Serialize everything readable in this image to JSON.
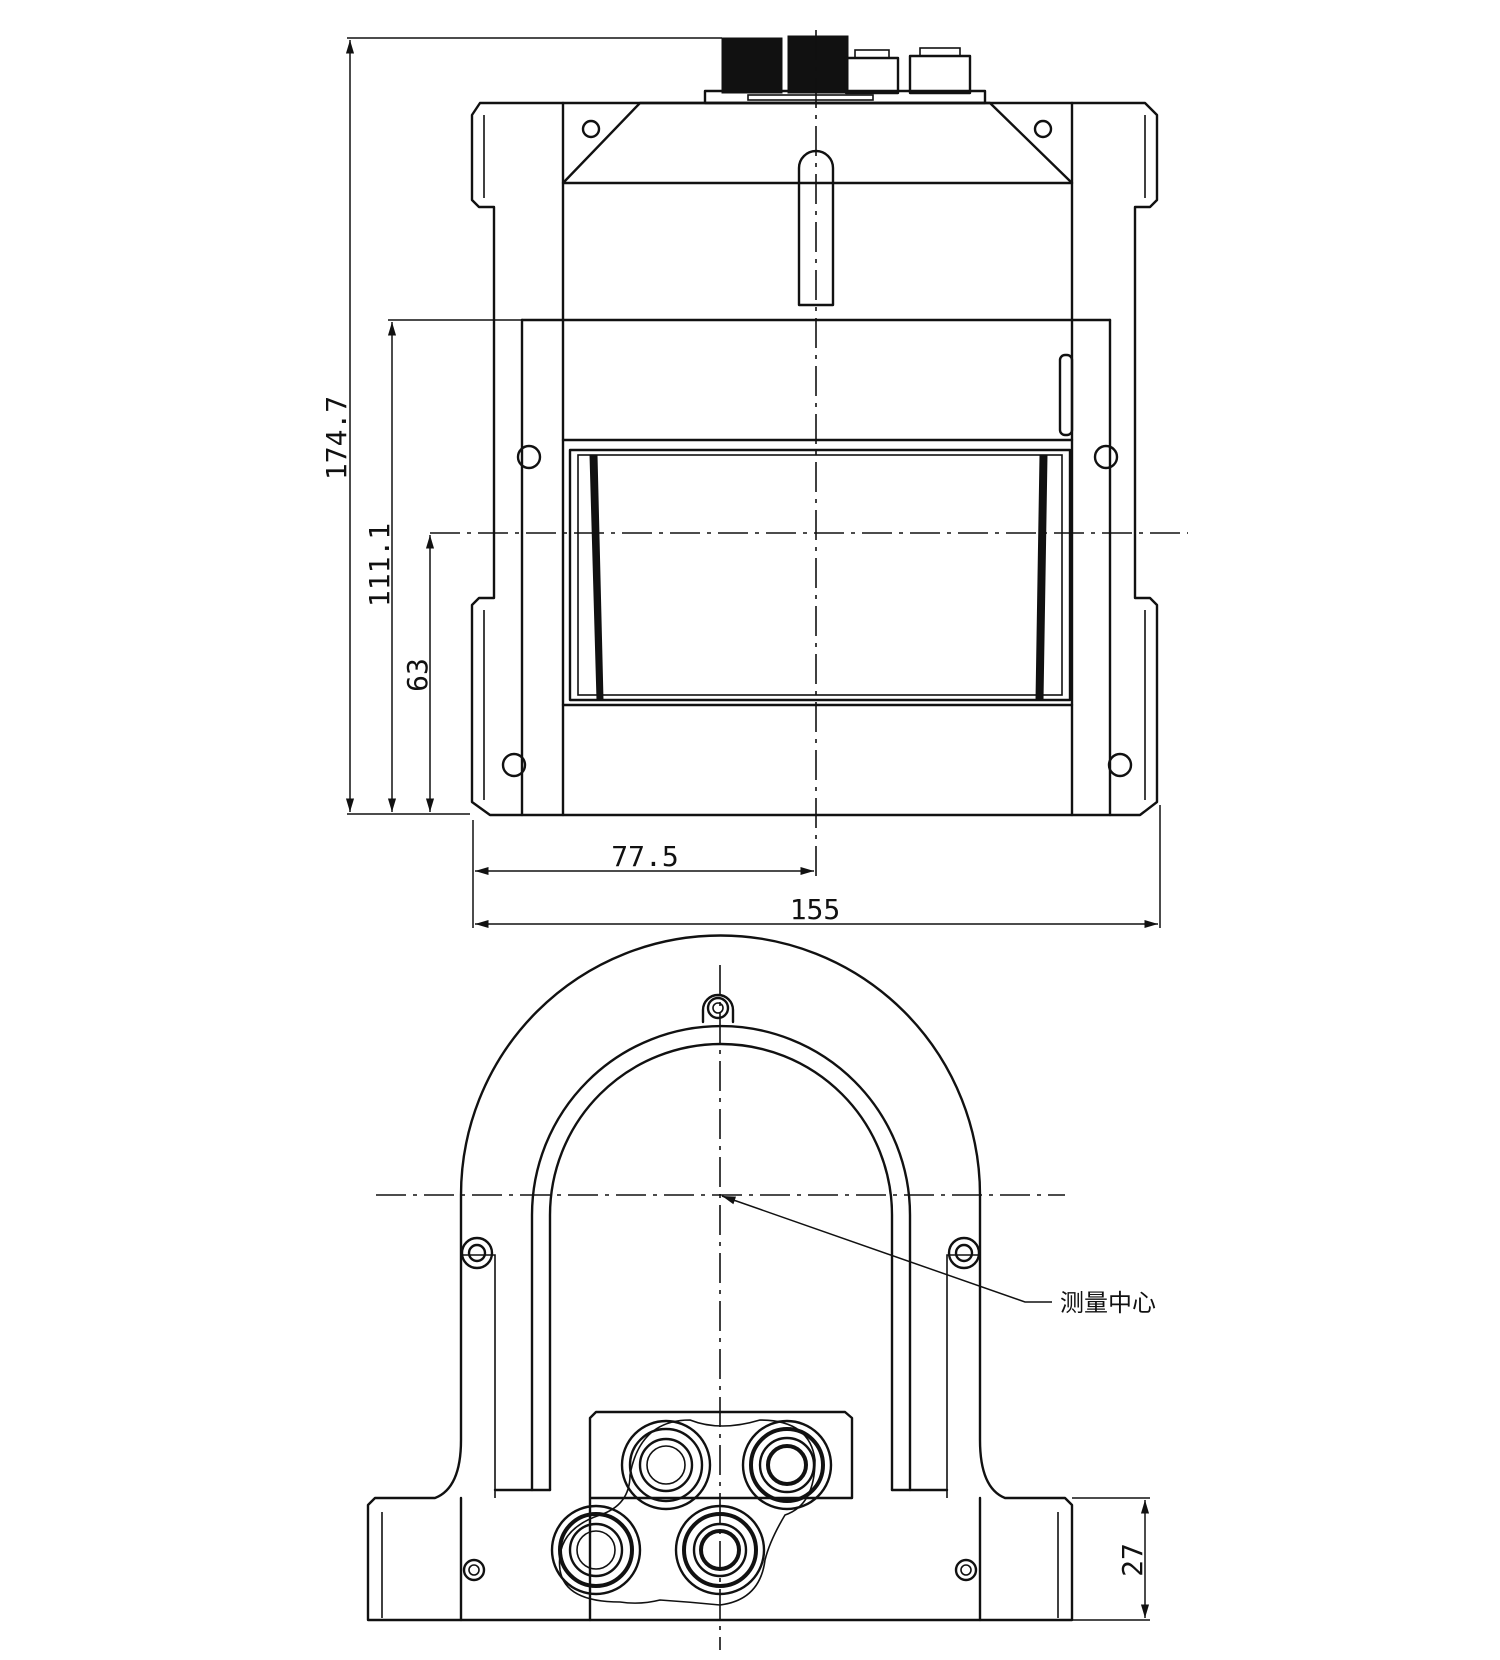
{
  "front_view": {
    "dimensions": {
      "overall_height": "174.7",
      "height_lower": "111.1",
      "measurement_center_height": "63",
      "half_width": "77.5",
      "overall_width": "155"
    }
  },
  "top_view": {
    "callout_label": "测量中心",
    "base_height": "27"
  },
  "colors": {
    "line": "#111111",
    "background": "#ffffff"
  }
}
